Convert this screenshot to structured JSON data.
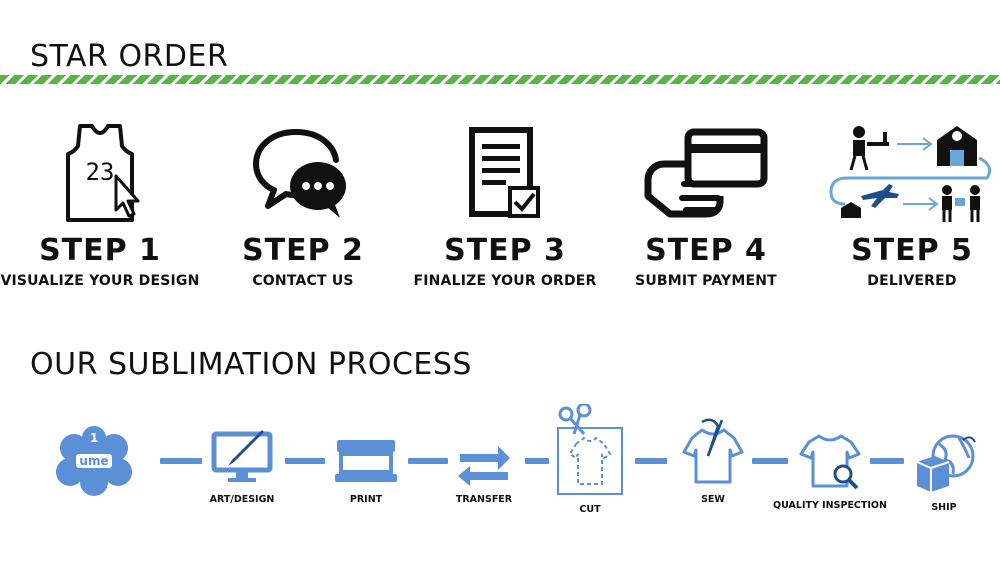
{
  "header": {
    "title": "STAR ORDER"
  },
  "steps": [
    {
      "num": "STEP 1",
      "desc": "VISUALIZE YOUR DESIGN",
      "jersey_number": "23",
      "icon": "jersey-click-icon"
    },
    {
      "num": "STEP 2",
      "desc": "CONTACT US",
      "icon": "chat-bubbles-icon"
    },
    {
      "num": "STEP 3",
      "desc": "FINALIZE YOUR ORDER",
      "icon": "document-check-icon"
    },
    {
      "num": "STEP 4",
      "desc": "SUBMIT PAYMENT",
      "icon": "card-payment-icon"
    },
    {
      "num": "STEP 5",
      "desc": "DELIVERED",
      "icon": "delivery-flow-icon"
    }
  ],
  "process": {
    "title": "OUR SUBLIMATION PROCESS",
    "logo_text": "ume",
    "logo_digit": "1",
    "items": [
      {
        "label": "ART/DESIGN",
        "icon": "monitor-brush-icon"
      },
      {
        "label": "PRINT",
        "icon": "printer-icon"
      },
      {
        "label": "TRANSFER",
        "icon": "transfer-arrows-icon"
      },
      {
        "label": "CUT",
        "icon": "scissors-shirt-icon"
      },
      {
        "label": "SEW",
        "icon": "needle-shirt-icon"
      },
      {
        "label": "QUALITY INSPECTION",
        "icon": "shirt-magnifier-icon"
      },
      {
        "label": "SHIP",
        "icon": "globe-box-icon"
      }
    ]
  },
  "colors": {
    "stripe_green": "#58b447",
    "process_blue": "#5b8fd6",
    "text": "#111111"
  }
}
